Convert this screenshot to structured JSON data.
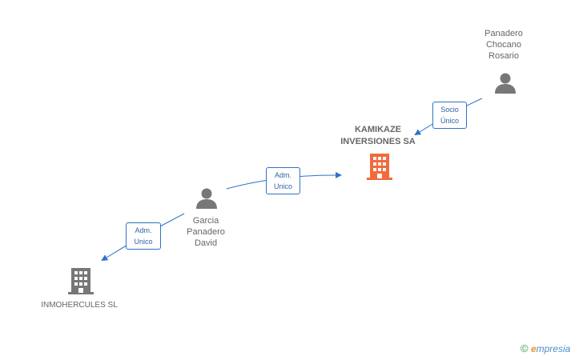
{
  "colors": {
    "edge": "#2f73c7",
    "person_icon": "#777777",
    "building_gray": "#777777",
    "building_main": "#f26a3b",
    "text": "#666666"
  },
  "nodes": {
    "panadero_chocano": {
      "lines": [
        "Panadero",
        "Chocano",
        "Rosario"
      ],
      "icon": "person-icon"
    },
    "kamikaze": {
      "lines": [
        "KAMIKAZE",
        "INVERSIONES SA"
      ],
      "icon": "building-icon"
    },
    "garcia": {
      "lines": [
        "Garcia",
        "Panadero",
        "David"
      ],
      "icon": "person-icon"
    },
    "inmohercules": {
      "lines": [
        "INMOHERCULES SL"
      ],
      "icon": "building-icon"
    }
  },
  "edges": {
    "socio_unico": {
      "lines": [
        "Socio",
        "Único"
      ]
    },
    "adm_unico_1": {
      "lines": [
        "Adm.",
        "Unico"
      ]
    },
    "adm_unico_2": {
      "lines": [
        "Adm.",
        "Unico"
      ]
    }
  },
  "footer": {
    "copyright": "©",
    "brand_first": "e",
    "brand_rest": "mpresia"
  }
}
